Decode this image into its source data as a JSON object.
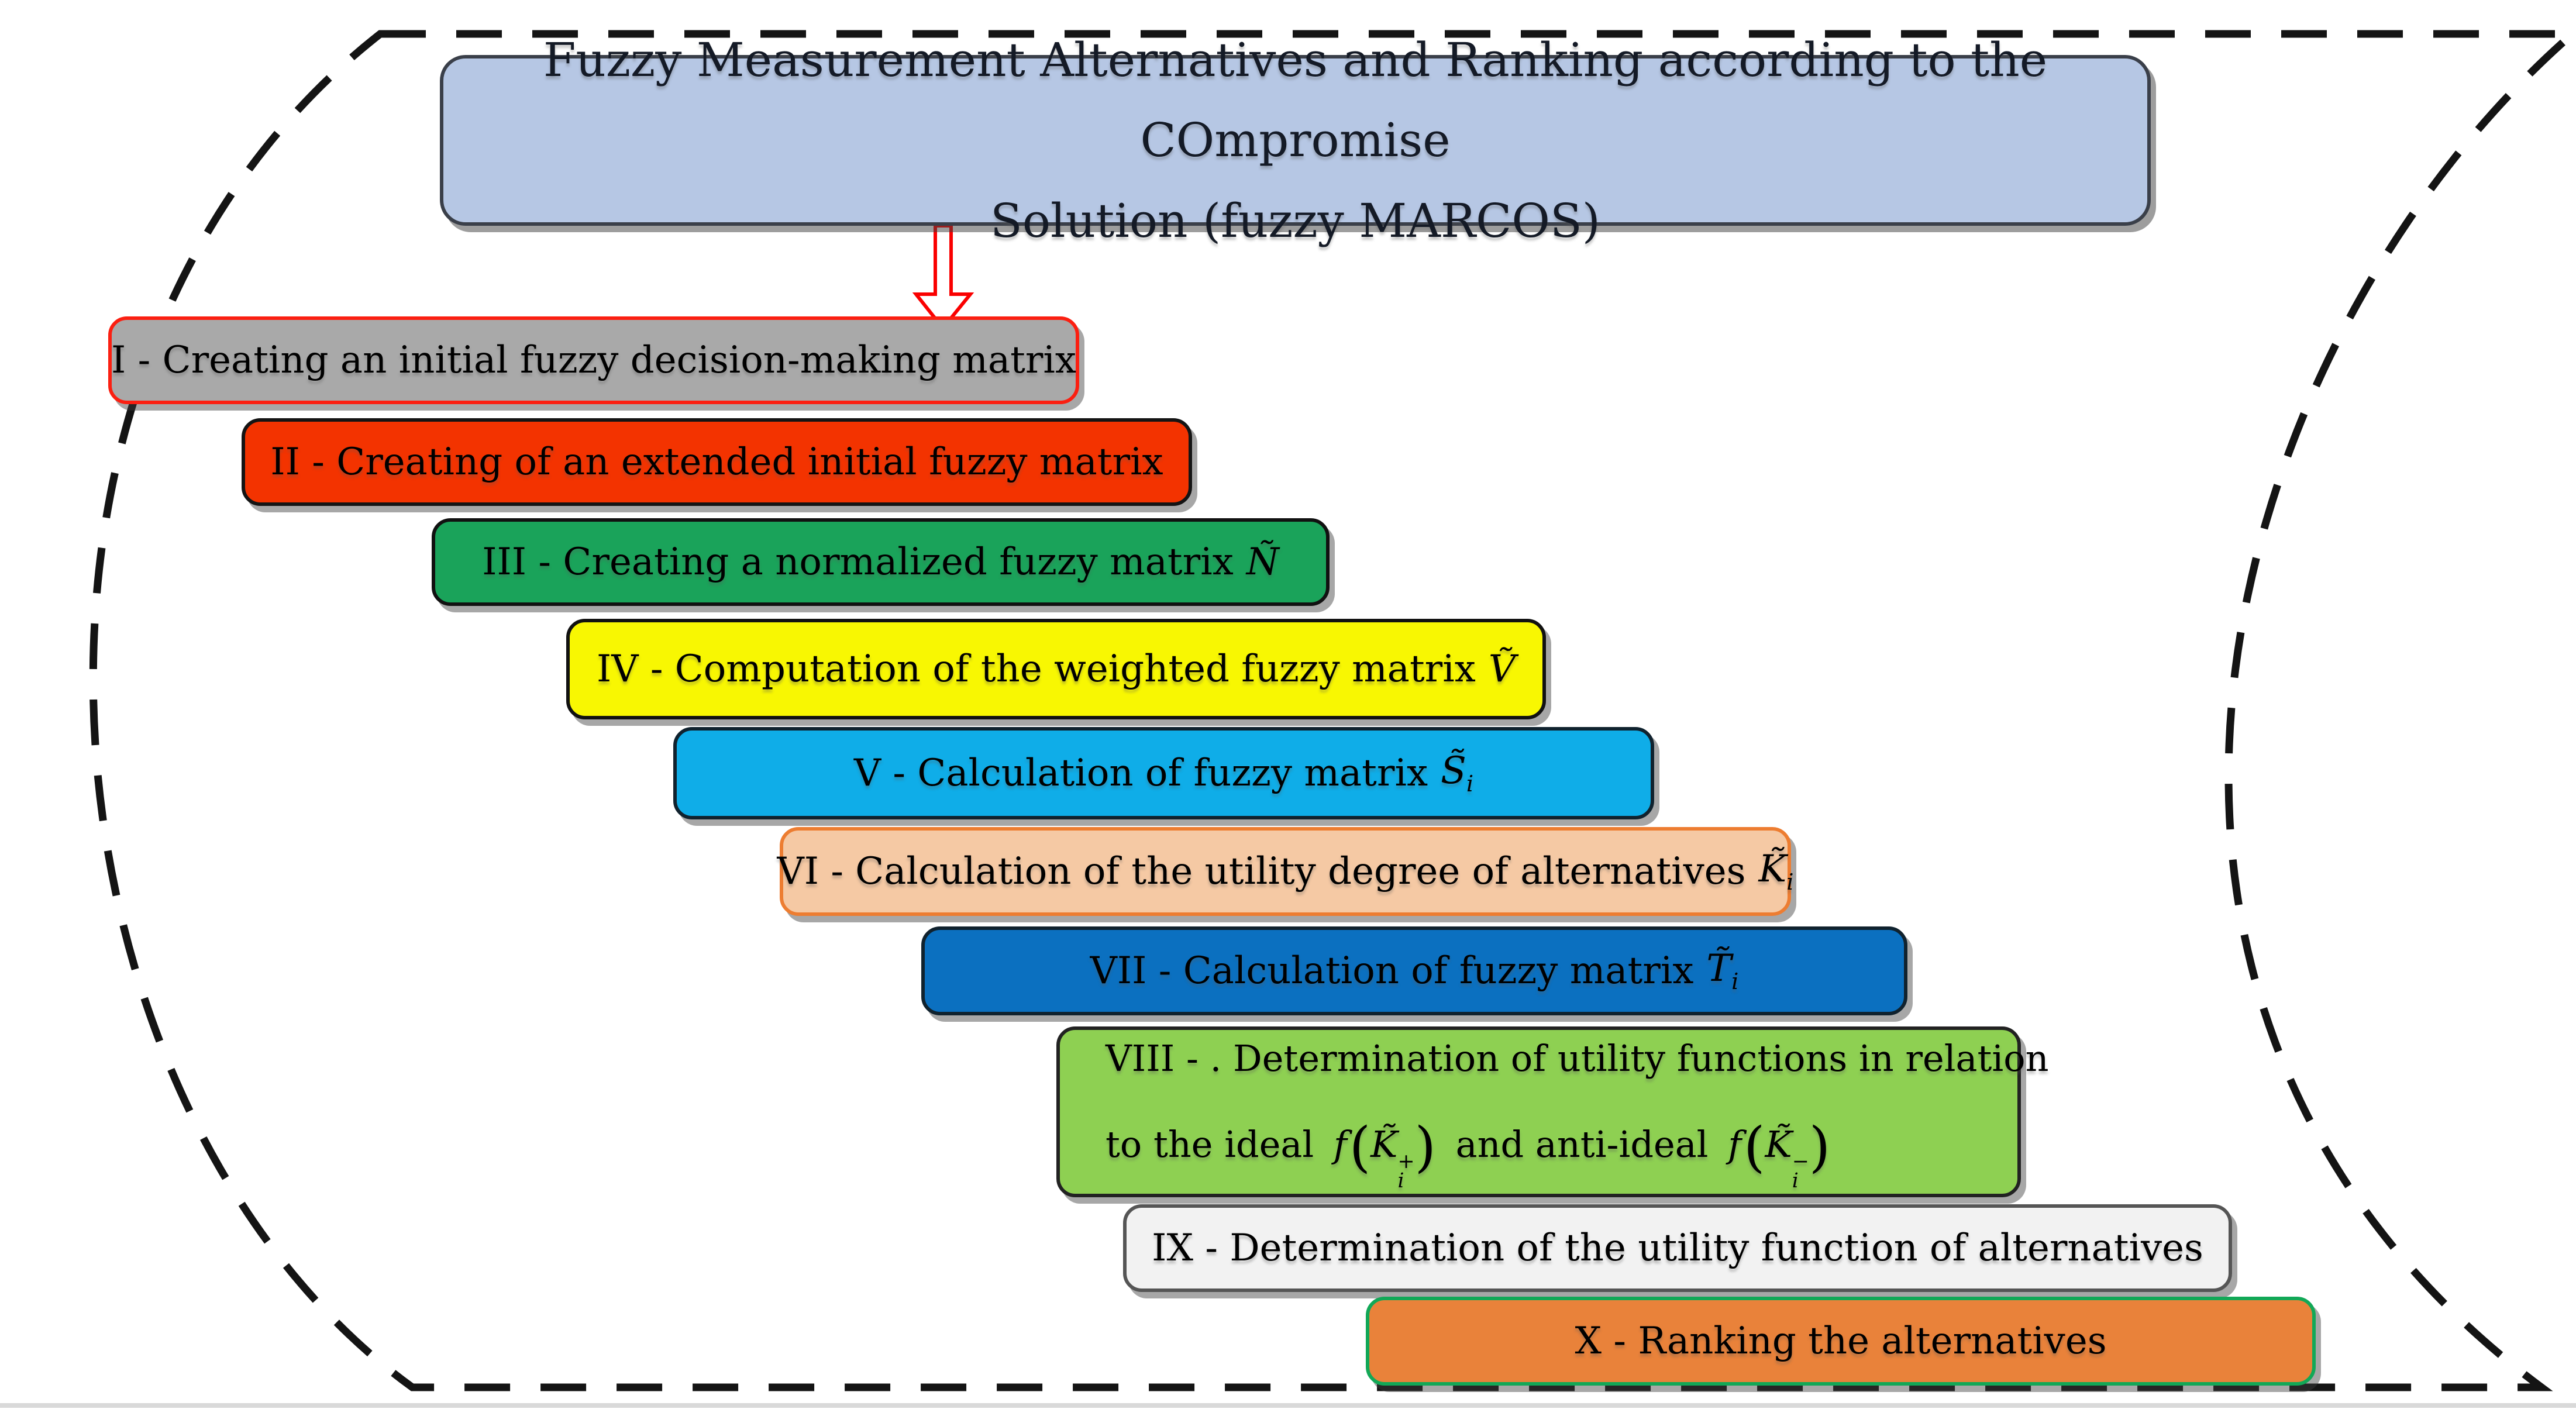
{
  "figure": {
    "background": "#ffffff",
    "outline_color": "#141414",
    "bottom_rule_color": "#d9d9d9",
    "arrow_color": "#fa0000",
    "title": {
      "line1": "Fuzzy Measurement Alternatives and Ranking according to the COmpromise",
      "line2": "Solution (fuzzy MARCOS)",
      "fill": "#b6c7e4",
      "border": "#3a3f49"
    },
    "steps": [
      {
        "label": "I - Creating an initial fuzzy decision-making matrix",
        "fill": "#a9a9a9",
        "border": "#fb1f11"
      },
      {
        "label": "II - Creating of an extended initial fuzzy matrix",
        "fill": "#f33300",
        "border": "#141414"
      },
      {
        "label": "III - Creating a normalized fuzzy matrix",
        "formula": "Ñ",
        "fill": "#1aa35a",
        "border": "#111111"
      },
      {
        "label": "IV - Computation of the weighted fuzzy matrix",
        "formula": "Ṽ",
        "fill": "#f8f702",
        "border": "#111111"
      },
      {
        "label": "V - Calculation of fuzzy matrix",
        "formula": "S̃",
        "formula_sub": "i",
        "fill": "#0fade8",
        "border": "#10222e"
      },
      {
        "label": "VI - Calculation of the utility degree of alternatives",
        "formula": "K̃",
        "formula_sub": "i",
        "fill": "#f5c9a4",
        "border": "#ed7d31"
      },
      {
        "label": "VII - Calculation of fuzzy matrix",
        "formula": "T̃",
        "formula_sub": "i",
        "fill": "#0b70c0",
        "border": "#10222e"
      },
      {
        "label_line1": "VIII - . Determination of utility functions in relation",
        "label_line2_start": "to the ideal",
        "ideal_f": "f",
        "ideal_open": "(",
        "ideal_base": "K̃",
        "ideal_sup": "+",
        "ideal_sub": "i",
        "ideal_close": ")",
        "label_line2_mid": "and anti-ideal",
        "anti_f": "f",
        "anti_open": "(",
        "anti_base": "K̃",
        "anti_sup": "−",
        "anti_sub": "i",
        "anti_close": ")",
        "fill": "#8ed052",
        "border": "#222222"
      },
      {
        "label": "IX - Determination of the utility function of alternatives",
        "fill": "#f2f2f2",
        "border": "#555555"
      },
      {
        "label": "X - Ranking the alternatives",
        "fill": "#e9823a",
        "border": "#12a857"
      }
    ]
  }
}
